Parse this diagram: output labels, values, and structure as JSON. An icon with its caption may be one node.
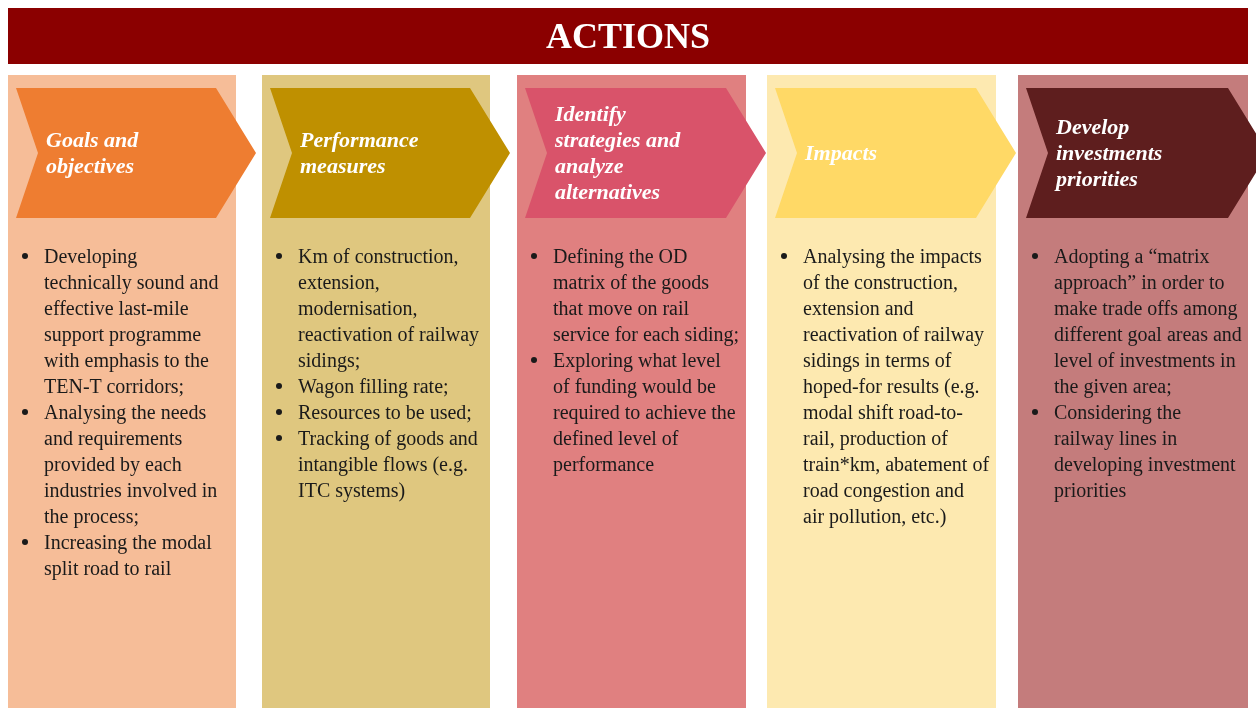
{
  "diagram": {
    "title": "ACTIONS",
    "nodes": [
      {
        "text": [
          "Developing technically sound and effective last-mile support programme with emphasis to the TEN-T corridors;",
          "Analysing the needs and requirements provided by each industries involved in the process;",
          "Increasing the modal split road to rail"
        ]
      },
      {
        "text": [
          "Goals and objectives"
        ],
        "in": 0
      },
      {
        "text": [
          "Km of construction, extension, modernisation, reactivation of railway sidings;",
          "Wagon filling rate;",
          "Resources to be used;",
          "Tracking of goods and intangible flows (e.g. ITC systems)"
        ]
      },
      {
        "text": [
          "Performance measures"
        ],
        "in": 2
      },
      {
        "text": [
          "Defining the OD matrix of the goods that move on rail service for each siding;",
          "Exploring what level of funding would be required to achieve the defined level of performance"
        ]
      },
      {
        "text": [
          "Identify strategies and analyze alternatives"
        ],
        "in": 4
      },
      {
        "text": [
          "Analysing the impacts of the construction, extension and reactivation of railway sidings in terms of hoped-for results (e.g. modal shift road-to-rail, production of train*km, abatement of road congestion and air pollution, etc.)"
        ]
      },
      {
        "text": [
          "Impacts"
        ],
        "in": 6
      },
      {
        "text": [
          "Adopting a “matrix approach” in order to make trade offs among different goal areas and level of investments in the given area;",
          "Considering the railway lines in developing investment priorities"
        ]
      },
      {
        "text": [
          "Develop investments priorities"
        ],
        "in": 8
      }
    ],
    "edges": []
  }
}
